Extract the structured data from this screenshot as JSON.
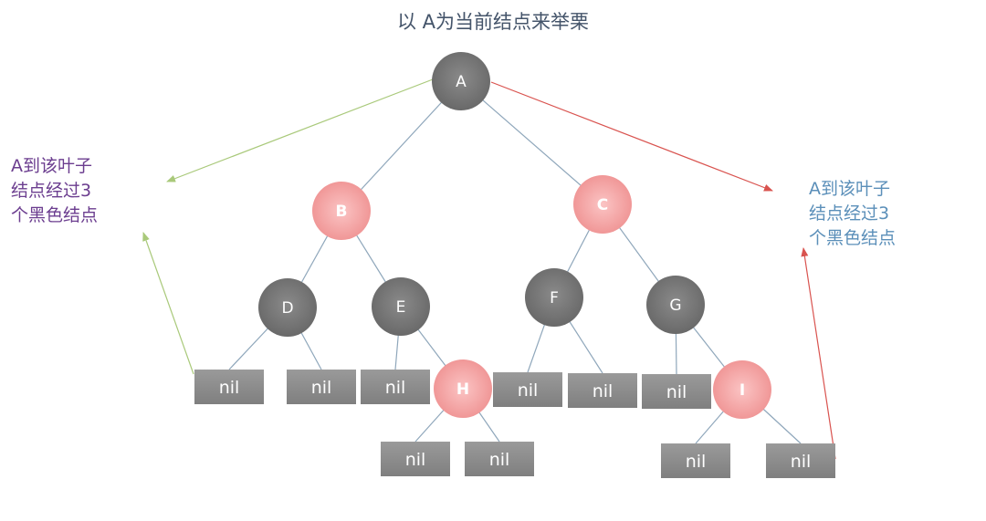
{
  "title": "以 A为当前结点来举栗",
  "colors": {
    "black_node": "#808080",
    "red_node": "#f4a6a6",
    "nil_box": "#8c8c8c",
    "tree_edge": "#8fa7bb",
    "left_arrow": "#a9c97a",
    "right_arrow": "#d9534f",
    "left_note_text": "#6b3d8f",
    "right_note_text": "#5b8fb9"
  },
  "nodes": [
    {
      "id": "A",
      "label": "A",
      "color": "black"
    },
    {
      "id": "B",
      "label": "B",
      "color": "red"
    },
    {
      "id": "C",
      "label": "C",
      "color": "red"
    },
    {
      "id": "D",
      "label": "D",
      "color": "black"
    },
    {
      "id": "E",
      "label": "E",
      "color": "black"
    },
    {
      "id": "F",
      "label": "F",
      "color": "black"
    },
    {
      "id": "G",
      "label": "G",
      "color": "black"
    },
    {
      "id": "H",
      "label": "H",
      "color": "red"
    },
    {
      "id": "I",
      "label": "I",
      "color": "red"
    }
  ],
  "nil_leaves": [
    {
      "id": "nil1",
      "label": "nil",
      "parent": "D"
    },
    {
      "id": "nil2",
      "label": "nil",
      "parent": "D"
    },
    {
      "id": "nil3",
      "label": "nil",
      "parent": "E"
    },
    {
      "id": "nil4",
      "label": "nil",
      "parent": "F"
    },
    {
      "id": "nil5",
      "label": "nil",
      "parent": "F"
    },
    {
      "id": "nil6",
      "label": "nil",
      "parent": "G"
    },
    {
      "id": "nil7",
      "label": "nil",
      "parent": "H"
    },
    {
      "id": "nil8",
      "label": "nil",
      "parent": "H"
    },
    {
      "id": "nil9",
      "label": "nil",
      "parent": "I"
    },
    {
      "id": "nil10",
      "label": "nil",
      "parent": "I"
    }
  ],
  "edges": [
    [
      "A",
      "B"
    ],
    [
      "A",
      "C"
    ],
    [
      "B",
      "D"
    ],
    [
      "B",
      "E"
    ],
    [
      "C",
      "F"
    ],
    [
      "C",
      "G"
    ],
    [
      "D",
      "nil1"
    ],
    [
      "D",
      "nil2"
    ],
    [
      "E",
      "nil3"
    ],
    [
      "E",
      "H"
    ],
    [
      "F",
      "nil4"
    ],
    [
      "F",
      "nil5"
    ],
    [
      "G",
      "nil6"
    ],
    [
      "G",
      "I"
    ],
    [
      "H",
      "nil7"
    ],
    [
      "H",
      "nil8"
    ],
    [
      "I",
      "nil9"
    ],
    [
      "I",
      "nil10"
    ]
  ],
  "notes": {
    "left": {
      "lines": [
        "A到该叶子",
        "结点经过3",
        "个黑色结点"
      ]
    },
    "right": {
      "lines": [
        "A到该叶子",
        "结点经过3",
        "个黑色结点"
      ]
    }
  }
}
